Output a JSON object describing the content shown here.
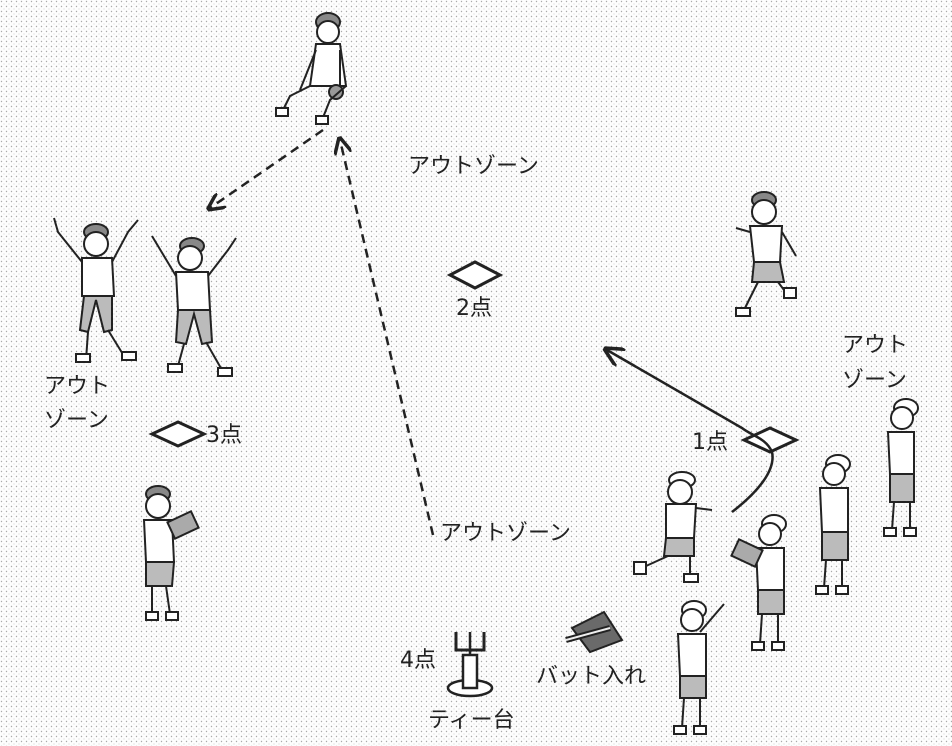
{
  "labels": {
    "out_zone_top": "アウトゾーン",
    "out_zone_left_line1": "アウト",
    "out_zone_left_line2": "ゾーン",
    "out_zone_right_line1": "アウト",
    "out_zone_right_line2": "ゾーン",
    "out_zone_bottom": "アウトゾーン",
    "base_1_points": "1点",
    "base_2_points": "2点",
    "base_3_points": "3点",
    "tee_4_points": "4点",
    "bat_holder": "バット入れ",
    "tee_stand": "ティー台"
  }
}
